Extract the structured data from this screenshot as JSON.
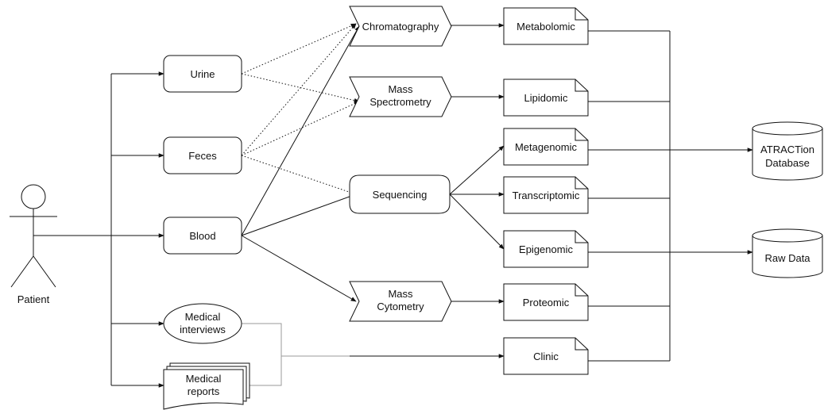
{
  "actor": {
    "label": "Patient"
  },
  "samples": {
    "urine": "Urine",
    "feces": "Feces",
    "blood": "Blood",
    "interviews": [
      "Medical",
      "interviews"
    ],
    "reports": [
      "Medical",
      "reports"
    ]
  },
  "techniques": {
    "chromatography": "Chromatography",
    "mass_spectrometry": [
      "Mass",
      "Spectrometry"
    ],
    "sequencing": "Sequencing",
    "mass_cytometry": [
      "Mass",
      "Cytometry"
    ]
  },
  "data_types": {
    "metabolomic": "Metabolomic",
    "lipidomic": "Lipidomic",
    "metagenomic": "Metagenomic",
    "transcriptomic": "Transcriptomic",
    "epigenomic": "Epigenomic",
    "proteomic": "Proteomic",
    "clinic": "Clinic"
  },
  "stores": {
    "atraction": [
      "ATRACTion",
      "Database"
    ],
    "raw": "Raw Data"
  }
}
